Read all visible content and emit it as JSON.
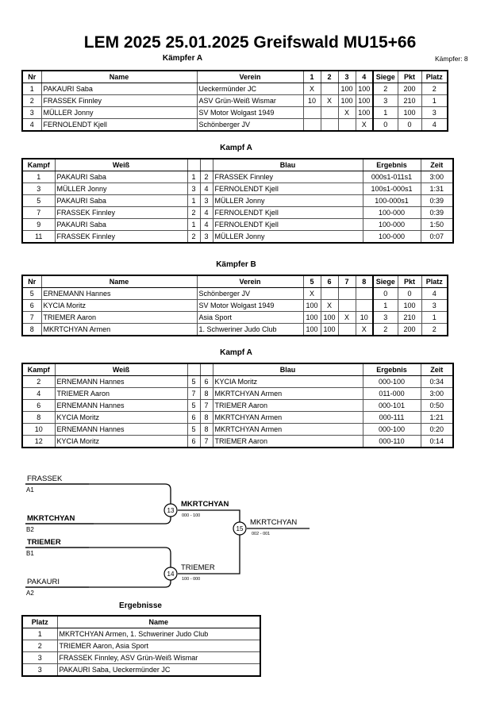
{
  "header": {
    "title": "LEM 2025  25.01.2025  Greifswald   MU15+66",
    "subtitle": "Kämpfer A",
    "fighters_count": "Kämpfer: 8"
  },
  "sections": {
    "pool_a_heading": "Kämpfer A",
    "pool_a_matches_heading": "Kampf A",
    "pool_b_heading": "Kämpfer B",
    "pool_b_matches_heading": "Kampf A",
    "results_heading": "Ergebnisse"
  },
  "pool_a": {
    "columns": [
      "Nr",
      "Name",
      "Verein",
      "1",
      "2",
      "3",
      "4",
      "Siege",
      "Pkt",
      "Platz"
    ],
    "rows": [
      {
        "nr": "1",
        "name": "PAKAURI Saba",
        "verein": "Ueckermünder JC",
        "s1": "X",
        "s2": "",
        "s3": "100",
        "s4": "100",
        "siege": "2",
        "pkt": "200",
        "platz": "2"
      },
      {
        "nr": "2",
        "name": "FRASSEK Finnley",
        "verein": "ASV Grün-Weiß Wismar",
        "s1": "10",
        "s2": "X",
        "s3": "100",
        "s4": "100",
        "siege": "3",
        "pkt": "210",
        "platz": "1"
      },
      {
        "nr": "3",
        "name": "MÜLLER Jonny",
        "verein": "SV Motor Wolgast 1949",
        "s1": "",
        "s2": "",
        "s3": "X",
        "s4": "100",
        "siege": "1",
        "pkt": "100",
        "platz": "3"
      },
      {
        "nr": "4",
        "name": "FERNOLENDT Kjell",
        "verein": "Schönberger JV",
        "s1": "",
        "s2": "",
        "s3": "",
        "s4": "X",
        "siege": "0",
        "pkt": "0",
        "platz": "4"
      }
    ]
  },
  "pool_a_matches": {
    "columns": [
      "Kampf",
      "Weiß",
      "",
      "",
      "Blau",
      "Ergebnis",
      "Zeit"
    ],
    "rows": [
      {
        "kampf": "1",
        "weiss": "PAKAURI Saba",
        "weiss_bold": false,
        "n1": "1",
        "n2": "2",
        "blau": "FRASSEK Finnley",
        "blau_bold": true,
        "ergebnis": "000s1-011s1",
        "zeit": "3:00"
      },
      {
        "kampf": "3",
        "weiss": "MÜLLER Jonny",
        "weiss_bold": true,
        "n1": "3",
        "n2": "4",
        "blau": "FERNOLENDT Kjell",
        "blau_bold": false,
        "ergebnis": "100s1-000s1",
        "zeit": "1:31"
      },
      {
        "kampf": "5",
        "weiss": "PAKAURI Saba",
        "weiss_bold": true,
        "n1": "1",
        "n2": "3",
        "blau": "MÜLLER Jonny",
        "blau_bold": false,
        "ergebnis": "100-000s1",
        "zeit": "0:39"
      },
      {
        "kampf": "7",
        "weiss": "FRASSEK Finnley",
        "weiss_bold": true,
        "n1": "2",
        "n2": "4",
        "blau": "FERNOLENDT Kjell",
        "blau_bold": false,
        "ergebnis": "100-000",
        "zeit": "0:39"
      },
      {
        "kampf": "9",
        "weiss": "PAKAURI Saba",
        "weiss_bold": true,
        "n1": "1",
        "n2": "4",
        "blau": "FERNOLENDT Kjell",
        "blau_bold": false,
        "ergebnis": "100-000",
        "zeit": "1:50"
      },
      {
        "kampf": "11",
        "weiss": "FRASSEK Finnley",
        "weiss_bold": true,
        "n1": "2",
        "n2": "3",
        "blau": "MÜLLER Jonny",
        "blau_bold": false,
        "ergebnis": "100-000",
        "zeit": "0:07"
      }
    ]
  },
  "pool_b": {
    "columns": [
      "Nr",
      "Name",
      "Verein",
      "5",
      "6",
      "7",
      "8",
      "Siege",
      "Pkt",
      "Platz"
    ],
    "rows": [
      {
        "nr": "5",
        "name": "ERNEMANN Hannes",
        "verein": "Schönberger JV",
        "s1": "X",
        "s2": "",
        "s3": "",
        "s4": "",
        "siege": "0",
        "pkt": "0",
        "platz": "4"
      },
      {
        "nr": "6",
        "name": "KYCIA Moritz",
        "verein": "SV Motor Wolgast 1949",
        "s1": "100",
        "s2": "X",
        "s3": "",
        "s4": "",
        "siege": "1",
        "pkt": "100",
        "platz": "3"
      },
      {
        "nr": "7",
        "name": "TRIEMER Aaron",
        "verein": "Asia Sport",
        "s1": "100",
        "s2": "100",
        "s3": "X",
        "s4": "10",
        "siege": "3",
        "pkt": "210",
        "platz": "1"
      },
      {
        "nr": "8",
        "name": "MKRTCHYAN Armen",
        "verein": "1. Schweriner Judo Club",
        "s1": "100",
        "s2": "100",
        "s3": "",
        "s4": "X",
        "siege": "2",
        "pkt": "200",
        "platz": "2"
      }
    ]
  },
  "pool_b_matches": {
    "columns": [
      "Kampf",
      "Weiß",
      "",
      "",
      "Blau",
      "Ergebnis",
      "Zeit"
    ],
    "rows": [
      {
        "kampf": "2",
        "weiss": "ERNEMANN Hannes",
        "weiss_bold": false,
        "n1": "5",
        "n2": "6",
        "blau": "KYCIA Moritz",
        "blau_bold": true,
        "ergebnis": "000-100",
        "zeit": "0:34"
      },
      {
        "kampf": "4",
        "weiss": "TRIEMER Aaron",
        "weiss_bold": true,
        "n1": "7",
        "n2": "8",
        "blau": "MKRTCHYAN Armen",
        "blau_bold": false,
        "ergebnis": "011-000",
        "zeit": "3:00"
      },
      {
        "kampf": "6",
        "weiss": "ERNEMANN Hannes",
        "weiss_bold": false,
        "n1": "5",
        "n2": "7",
        "blau": "TRIEMER Aaron",
        "blau_bold": true,
        "ergebnis": "000-101",
        "zeit": "0:50"
      },
      {
        "kampf": "8",
        "weiss": "KYCIA Moritz",
        "weiss_bold": false,
        "n1": "6",
        "n2": "8",
        "blau": "MKRTCHYAN Armen",
        "blau_bold": true,
        "ergebnis": "000-111",
        "zeit": "1:21"
      },
      {
        "kampf": "10",
        "weiss": "ERNEMANN Hannes",
        "weiss_bold": false,
        "n1": "5",
        "n2": "8",
        "blau": "MKRTCHYAN Armen",
        "blau_bold": true,
        "ergebnis": "000-100",
        "zeit": "0:20"
      },
      {
        "kampf": "12",
        "weiss": "KYCIA Moritz",
        "weiss_bold": false,
        "n1": "6",
        "n2": "7",
        "blau": "TRIEMER Aaron",
        "blau_bold": true,
        "ergebnis": "000-110",
        "zeit": "0:14"
      }
    ]
  },
  "bracket": {
    "entries": [
      {
        "name": "FRASSEK",
        "bold": false,
        "seed": "A1"
      },
      {
        "name": "MKRTCHYAN",
        "bold": true,
        "seed": "B2"
      },
      {
        "name": "TRIEMER",
        "bold": true,
        "seed": "B1"
      },
      {
        "name": "PAKAURI",
        "bold": false,
        "seed": "A2"
      }
    ],
    "semifinals": [
      {
        "number": "13",
        "winner": "MKRTCHYAN",
        "bold": true,
        "score": "000 - 100"
      },
      {
        "number": "14",
        "winner": "TRIEMER",
        "bold": false,
        "score": "100 - 000"
      }
    ],
    "final": {
      "number": "15",
      "winner": "MKRTCHYAN",
      "bold": false,
      "score": "002 - 001"
    }
  },
  "results": {
    "columns": [
      "Platz",
      "Name"
    ],
    "rows": [
      {
        "platz": "1",
        "name": "MKRTCHYAN Armen, 1. Schweriner Judo Club"
      },
      {
        "platz": "2",
        "name": "TRIEMER Aaron, Asia Sport"
      },
      {
        "platz": "3",
        "name": "FRASSEK Finnley, ASV Grün-Weiß Wismar"
      },
      {
        "platz": "3",
        "name": "PAKAURI Saba, Ueckermünder JC"
      }
    ]
  }
}
